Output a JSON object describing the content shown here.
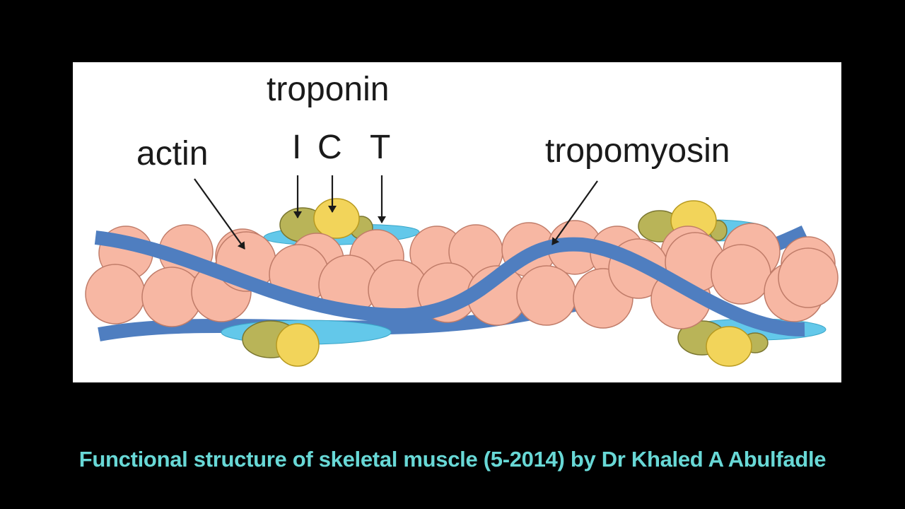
{
  "labels": {
    "troponin": "troponin",
    "actin": "actin",
    "subunit_i": "I",
    "subunit_c": "C",
    "subunit_t": "T",
    "tropomyosin": "tropomyosin"
  },
  "caption": "Functional structure of skeletal muscle (5-2014) by Dr Khaled A Abulfadle",
  "colors": {
    "background": "#000000",
    "panel": "#ffffff",
    "actin": "#f7b7a3",
    "tropomyosin": "#4f7ec0",
    "troponin_t": "#63c8ea",
    "troponin_c": "#f2d45a",
    "troponin_i": "#b9b458",
    "caption": "#68d8d6"
  }
}
